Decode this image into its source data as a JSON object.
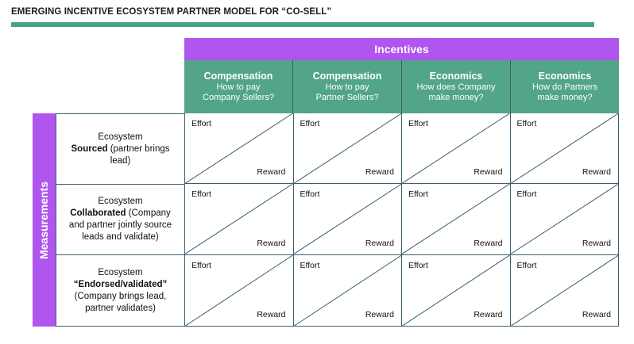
{
  "title": "EMERGING INCENTIVE ECOSYSTEM PARTNER MODEL FOR “CO-SELL”",
  "colors": {
    "accent_green": "#48a383",
    "header_green": "#52a586",
    "purple": "#b155ef",
    "grid_line": "#3b5f6e",
    "text_dark": "#111111"
  },
  "matrix": {
    "column_group_label": "Incentives",
    "row_group_label": "Measurements",
    "columns": [
      {
        "title": "Compensation",
        "sub_line1": "How to pay",
        "sub_line2": "Company Sellers?"
      },
      {
        "title": "Compensation",
        "sub_line1": "How to pay",
        "sub_line2": "Partner Sellers?"
      },
      {
        "title": "Economics",
        "sub_line1": "How does Company",
        "sub_line2": "make money?"
      },
      {
        "title": "Economics",
        "sub_line1": "How do Partners",
        "sub_line2": "make money?"
      }
    ],
    "rows": [
      {
        "prefix": "Ecosystem",
        "emphasis": "Sourced",
        "suffix": " (partner brings lead)",
        "full_text": "Ecosystem Sourced (partner brings lead)"
      },
      {
        "prefix": "Ecosystem",
        "emphasis": "Collaborated",
        "suffix": " (Company and partner jointly source leads and validate)",
        "full_text": "Ecosystem Collaborated (Company and partner jointly source leads and validate)"
      },
      {
        "prefix": "Ecosystem",
        "emphasis": "“Endorsed/validated”",
        "suffix": " (Company brings lead, partner validates)",
        "full_text": "Ecosystem “Endorsed/validated” (Company brings lead, partner validates)"
      }
    ],
    "cell_labels": {
      "upper": "Effort",
      "lower": "Reward"
    },
    "cells": [
      [
        {
          "upper": "Effort",
          "lower": "Reward"
        },
        {
          "upper": "Effort",
          "lower": "Reward"
        },
        {
          "upper": "Effort",
          "lower": "Reward"
        },
        {
          "upper": "Effort",
          "lower": "Reward"
        }
      ],
      [
        {
          "upper": "Effort",
          "lower": "Reward"
        },
        {
          "upper": "Effort",
          "lower": "Reward"
        },
        {
          "upper": "Effort",
          "lower": "Reward"
        },
        {
          "upper": "Effort",
          "lower": "Reward"
        }
      ],
      [
        {
          "upper": "Effort",
          "lower": "Reward"
        },
        {
          "upper": "Effort",
          "lower": "Reward"
        },
        {
          "upper": "Effort",
          "lower": "Reward"
        },
        {
          "upper": "Effort",
          "lower": "Reward"
        }
      ]
    ]
  }
}
